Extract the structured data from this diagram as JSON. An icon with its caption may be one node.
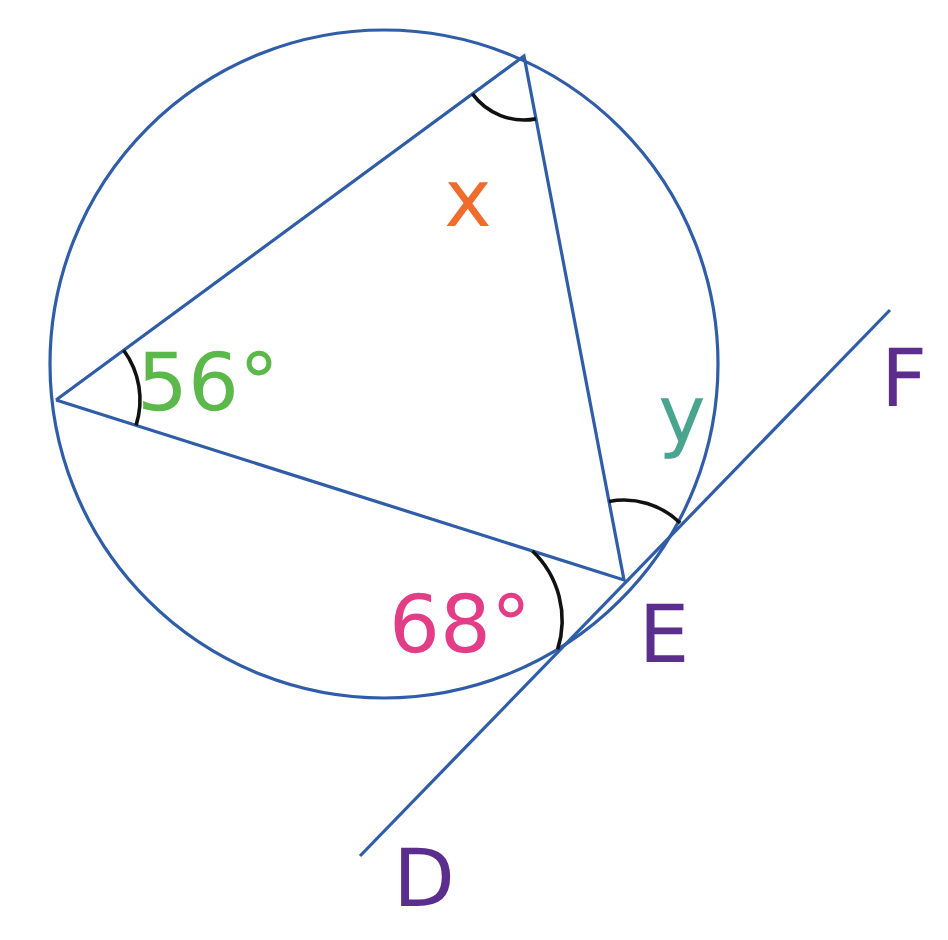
{
  "diagram": {
    "labels": [
      "x",
      "56°",
      "y",
      "68°",
      "E",
      "F",
      "D"
    ]
  }
}
